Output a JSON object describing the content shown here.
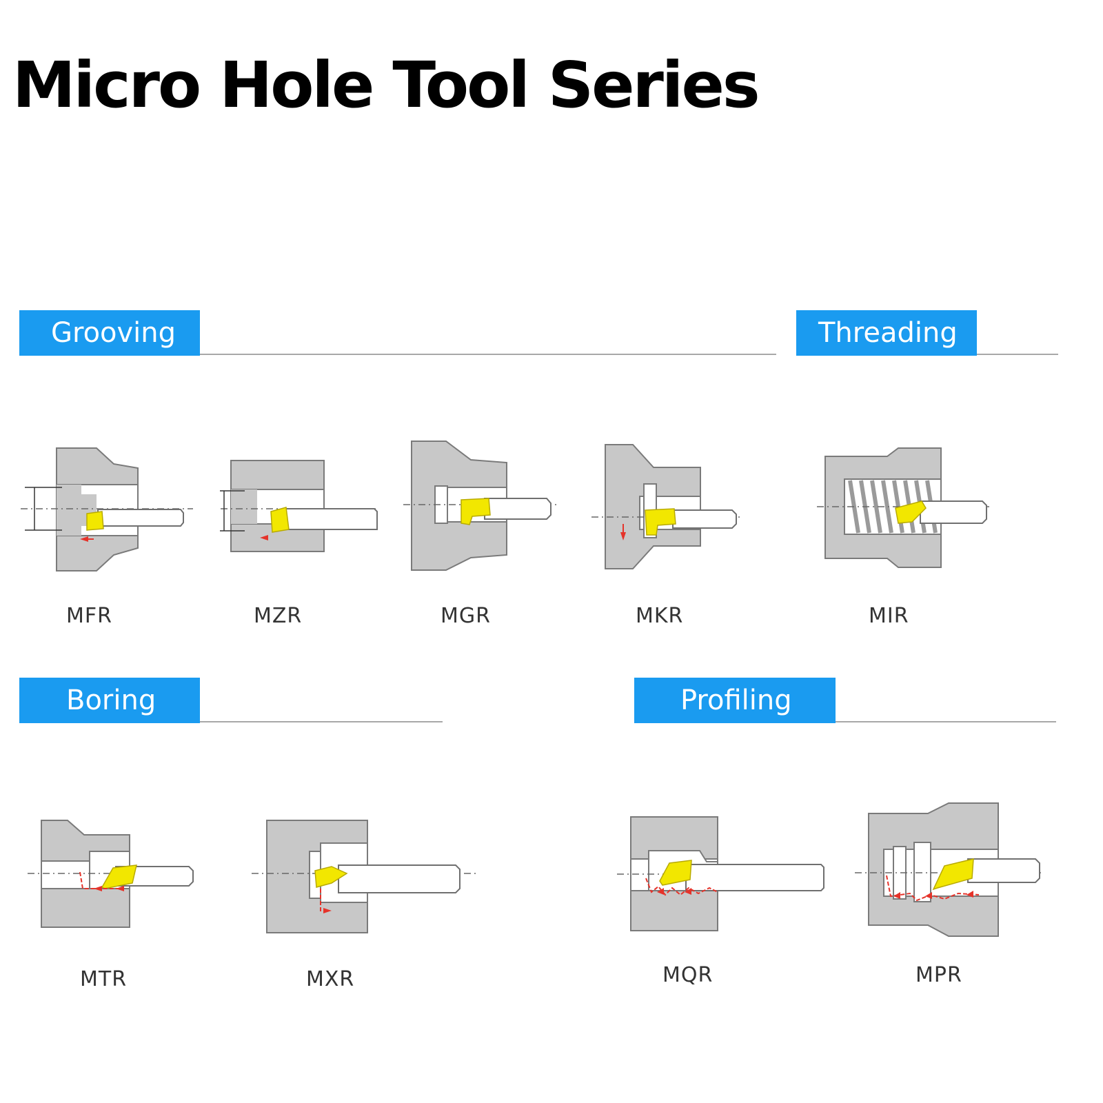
{
  "title": "Micro Hole Tool Series",
  "colors": {
    "tab": "#1a9bf0",
    "insert": "#f2e700",
    "feed_arrow": "#e5332a",
    "workpiece": "#c8c8c8"
  },
  "sections": {
    "grooving": {
      "label": "Grooving",
      "tools": [
        "MFR",
        "MZR",
        "MGR",
        "MKR"
      ]
    },
    "threading": {
      "label": "Threading",
      "tools": [
        "MIR"
      ]
    },
    "boring": {
      "label": "Boring",
      "tools": [
        "MTR",
        "MXR"
      ]
    },
    "profiling": {
      "label": "Profiling",
      "tools": [
        "MQR",
        "MPR"
      ]
    }
  }
}
